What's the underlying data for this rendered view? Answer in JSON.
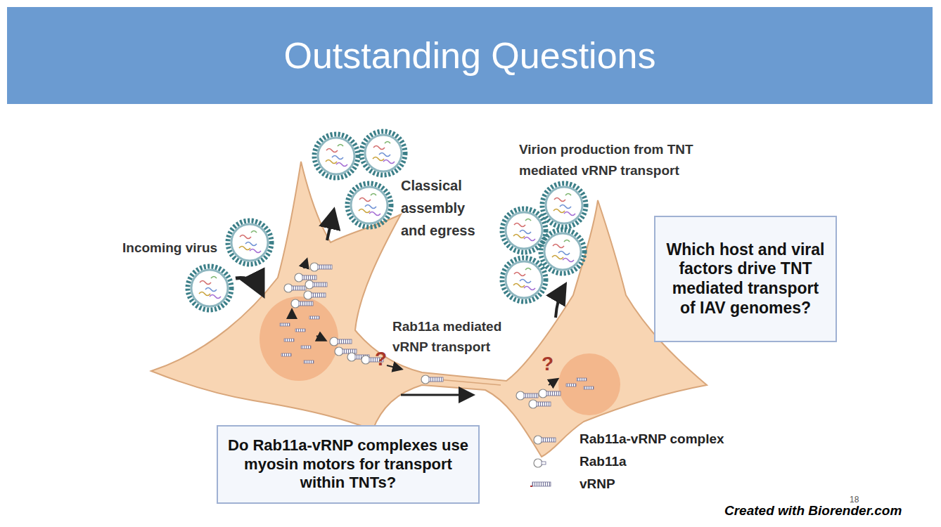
{
  "diagram": {
    "title": "Outstanding Questions",
    "nodes": [
      {
        "text": [
          "Which host and viral factors drive TNT mediated transport of IAV genomes?"
        ]
      },
      {
        "text": [
          "Do Rab11a-vRNP complexes use myosin motors for transport within TNTs?"
        ]
      }
    ],
    "labels": [
      "Incoming virus",
      "Classical assembly and egress",
      "Virion production from TNT mediated vRNP transport",
      "Rab11a mediated vRNP transport",
      "?",
      "?",
      "18",
      "Created with Biorender.com"
    ],
    "legend": [
      {
        "text": "Rab11a-vRNP complex"
      },
      {
        "text": "Rab11a"
      },
      {
        "text": "vRNP"
      }
    ]
  }
}
